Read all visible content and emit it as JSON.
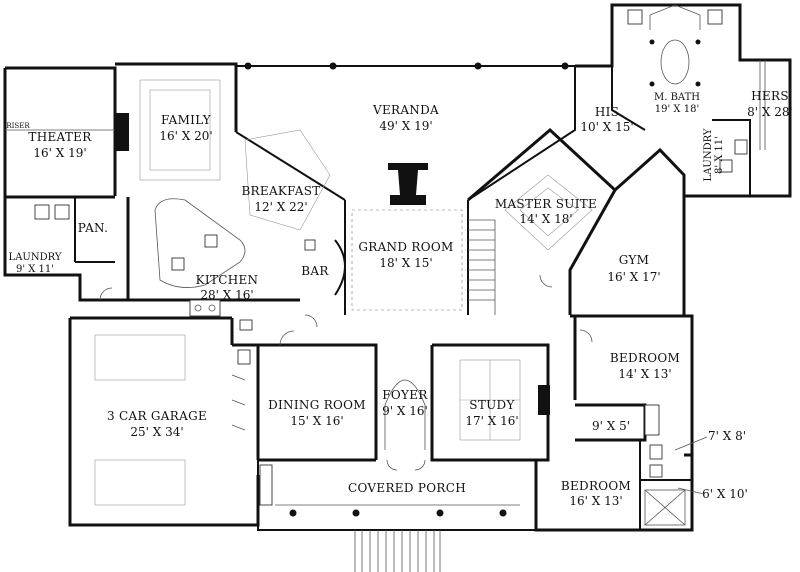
{
  "rooms": {
    "theater": {
      "name": "THEATER",
      "dim": "16' X 19'"
    },
    "riser": {
      "name": "RISER"
    },
    "family": {
      "name": "FAMILY",
      "dim": "16' X 20'"
    },
    "veranda": {
      "name": "VERANDA",
      "dim": "49' X 19'"
    },
    "his": {
      "name": "HIS",
      "dim": "10' X 15'"
    },
    "m_bath": {
      "name": "M. BATH",
      "dim": "19' X 18'"
    },
    "hers": {
      "name": "HERS",
      "dim": "8' X 28'"
    },
    "laundry_east": {
      "name": "LAUNDRY",
      "dim": "8' X 11'"
    },
    "breakfast": {
      "name": "BREAKFAST",
      "dim": "12' X 22'"
    },
    "master_suite": {
      "name": "MASTER SUITE",
      "dim": "14' X 18'"
    },
    "pantry": {
      "name": "PAN."
    },
    "laundry_west": {
      "name": "LAUNDRY",
      "dim": "9' X 11'"
    },
    "grand_room": {
      "name": "GRAND ROOM",
      "dim": "18' X 15'"
    },
    "bar": {
      "name": "BAR"
    },
    "gym": {
      "name": "GYM",
      "dim": "16' X 17'"
    },
    "kitchen": {
      "name": "KITCHEN",
      "dim": "28' X 16'"
    },
    "bedroom_1": {
      "name": "BEDROOM",
      "dim": "14' X 13'"
    },
    "garage": {
      "name": "3 CAR GARAGE",
      "dim": "25' X 34'"
    },
    "dining": {
      "name": "DINING ROOM",
      "dim": "15' X 16'"
    },
    "foyer": {
      "name": "FOYER",
      "dim": "9' X 16'"
    },
    "study": {
      "name": "STUDY",
      "dim": "17' X 16'"
    },
    "closet": {
      "dim": "9' X 5'"
    },
    "bath_a": {
      "dim": "7' X 8'"
    },
    "bath_b": {
      "dim": "6' X 10'"
    },
    "covered_porch": {
      "name": "COVERED PORCH"
    },
    "bedroom_2": {
      "name": "BEDROOM",
      "dim": "16' X 13'"
    }
  }
}
